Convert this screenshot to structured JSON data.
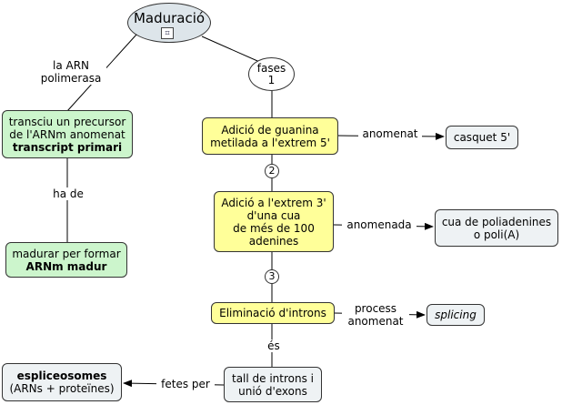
{
  "root": {
    "title": "Maduració",
    "icon": "concept-map-icon"
  },
  "nodes": {
    "fases": [
      "fases",
      "1"
    ],
    "transcriu": [
      "transciu un precursor",
      "de l'ARNm anomenat",
      "transcript primari"
    ],
    "madurar": [
      "madurar per formar",
      "ARNm madur"
    ],
    "guanina": [
      "Adició de guanina",
      "metilada a l'extrem 5'"
    ],
    "casquet": "casquet 5'",
    "extrem3": [
      "Adició a l'extrem 3'",
      "d'una cua",
      "de més de 100",
      "adenines"
    ],
    "cua": [
      "cua de poliadenines",
      "o poli(A)"
    ],
    "introns": "Eliminació d'introns",
    "splicing": "splicing",
    "tall": [
      "tall de introns i",
      "unió d'exons"
    ],
    "espliceosomes": [
      "espliceosomes",
      "(ARNs + proteïnes)"
    ]
  },
  "link_labels": {
    "arn_polimerasa": [
      "la ARN",
      "polimerasa"
    ],
    "ha_de": "ha de",
    "anomenat": "anomenat",
    "anomenada": "anomenada",
    "process": [
      "process",
      "anomenat"
    ],
    "es": "és",
    "fetes_per": "fetes per",
    "step2": "2",
    "step3": "3"
  }
}
